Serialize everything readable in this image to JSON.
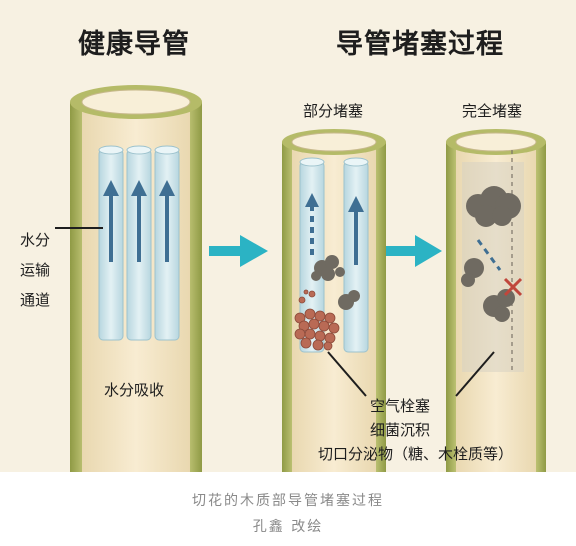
{
  "titles": {
    "healthy": "健康导管",
    "process": "导管堵塞过程"
  },
  "subtitles": {
    "partial": "部分堵塞",
    "complete": "完全堵塞"
  },
  "labels": {
    "water_transport": [
      "水分",
      "运输",
      "通道"
    ],
    "water_absorb": "水分吸收",
    "causes": [
      "空气栓塞",
      "细菌沉积",
      "切口分泌物（糖、木栓质等）"
    ]
  },
  "caption": {
    "line1": "切花的木质部导管堵塞过程",
    "line2": "孔鑫 改绘"
  },
  "colors": {
    "stem_outer": "#a7ae5c",
    "stem_inner": "#f2e3c1",
    "tube": "#cfe5ec",
    "arrow_up": "#3f6f93",
    "arrow_right": "#2bb3c4",
    "deposit": "#6f6a61",
    "bacteria": "#b96a55",
    "cross": "#c0463b"
  }
}
